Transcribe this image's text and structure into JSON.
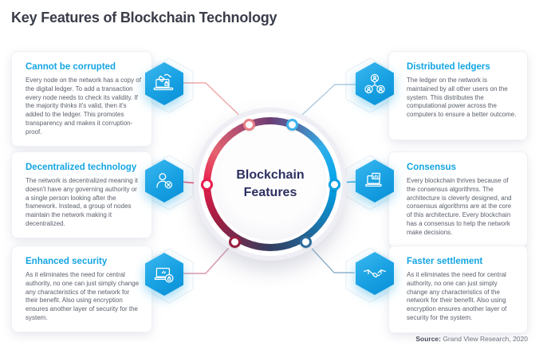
{
  "page": {
    "title": "Key Features of Blockchain Technology",
    "source_label": "Source:",
    "source_text": " Grand View Research, 2020"
  },
  "center": {
    "line1": "Blockchain",
    "line2": "Features"
  },
  "features": [
    {
      "id": "cannot-be-corrupted",
      "title": "Cannot be corrupted",
      "body": "Every node on the network has a copy of the digital ledger. To add a transaction every node needs to check its validity. If the majority thinks it's valid, then it's added to the ledger. This promotes transparency and makes it corruption-proof.",
      "icon": "ledger-entry-hand-icon",
      "side": "left"
    },
    {
      "id": "decentralized-technology",
      "title": "Decentralized technology",
      "body": "The network is decentralized meaning it doesn't have any governing authority or a single person looking after the framework. Instead, a group of nodes maintain the network making it decentralized.",
      "icon": "user-no-authority-icon",
      "side": "left"
    },
    {
      "id": "enhanced-security",
      "title": "Enhanced security",
      "body": "As it eliminates the need for central authority, no one can just simply change any characteristics of the network for their benefit. Also using encryption ensures another layer of security for the system.",
      "icon": "laptop-lock-icon",
      "side": "left"
    },
    {
      "id": "distributed-ledgers",
      "title": "Distributed ledgers",
      "body": "The ledger on the network is maintained by all other users on the system. This distributes the computational power across the computers to ensure a better outcome.",
      "icon": "user-network-icon",
      "side": "right"
    },
    {
      "id": "consensus",
      "title": "Consensus",
      "body": "Every blockchain thrives because of the consensus algorithms. The architecture is cleverly designed, and consensus algorithms are at the core of this architecture. Every blockchain has a consensus to help the network make decisions.",
      "icon": "laptop-chart-icon",
      "side": "right"
    },
    {
      "id": "faster-settlement",
      "title": "Faster settlement",
      "body": "As it eliminates the need for central authority, no one can just simply change any characteristics of the network for their benefit. Also using encryption ensures another layer of security for the system.",
      "icon": "handshake-icon",
      "side": "right"
    }
  ],
  "colors": {
    "title_text": "#3a3d49",
    "heading_accent": "#14a5e3",
    "body_text": "#5b606c",
    "hexagon_blue": "#17a0e2",
    "center_text_navy": "#2d3061",
    "ring_crimson": "#e71e4d",
    "ring_purple": "#6b3d74",
    "ring_cyan": "#00a4ea",
    "ring_navy": "#333e60",
    "ring_dark_red": "#9c1f42",
    "node_salmon": "#ea8088",
    "node_light_blue": "#3fb3ea",
    "node_steel_blue": "#2f6e9e",
    "connector_light_red": "#f0a6a6",
    "connector_red": "#e84a6a",
    "connector_pink": "#d895ac",
    "connector_pale_blue": "#aecbdf",
    "connector_blue": "#29a9e1",
    "connector_steel": "#8eb2cb"
  }
}
